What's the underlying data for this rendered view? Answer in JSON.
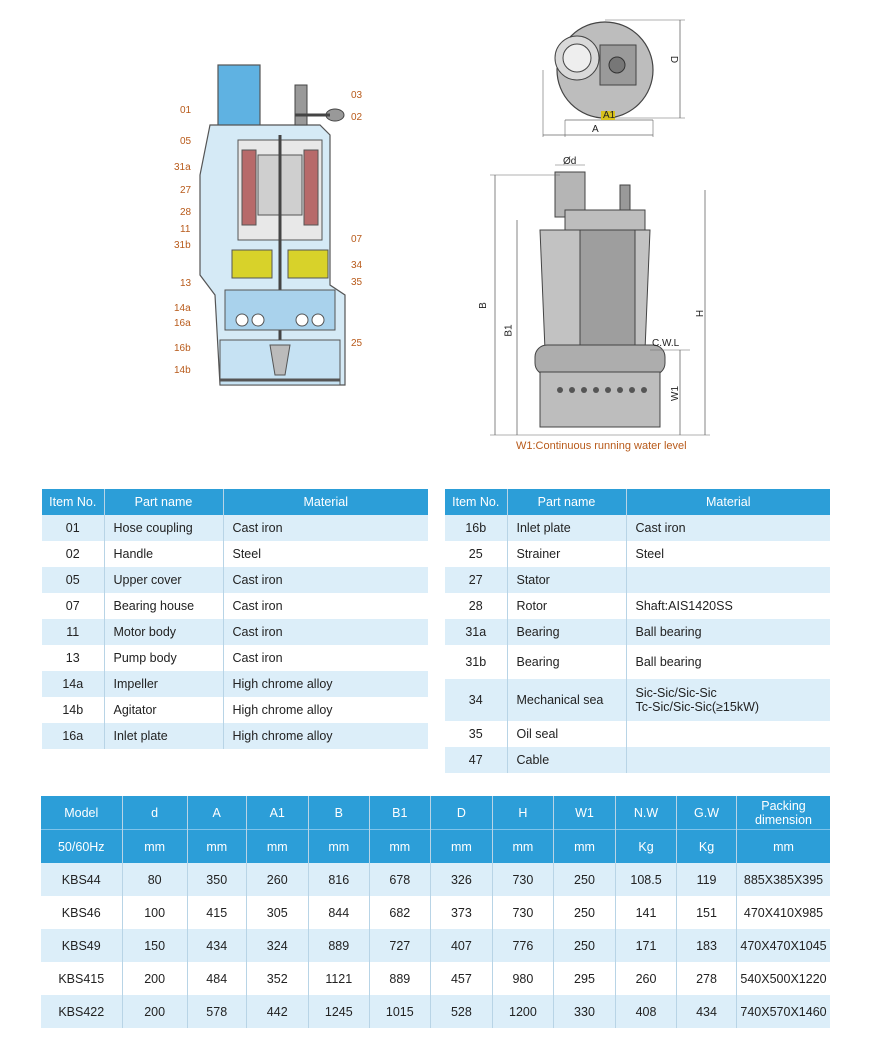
{
  "callouts": {
    "left": [
      "01",
      "05",
      "31a",
      "27",
      "28",
      "11",
      "31b",
      "13",
      "14a",
      "16a",
      "16b",
      "14b"
    ],
    "right": [
      "03",
      "02",
      "07",
      "34",
      "35",
      "25"
    ]
  },
  "dims": {
    "D": "D",
    "A1": "A1",
    "A": "A",
    "d": "Ød",
    "B": "B",
    "B1": "B1",
    "H": "H",
    "W1": "W1",
    "CWL": "C.W.L",
    "note": "W1:Continuous running water level"
  },
  "parts_headers": [
    "Item No.",
    "Part name",
    "Material"
  ],
  "parts_left": [
    {
      "no": "01",
      "name": "Hose coupling",
      "material": "Cast iron"
    },
    {
      "no": "02",
      "name": "Handle",
      "material": "Steel"
    },
    {
      "no": "05",
      "name": "Upper cover",
      "material": "Cast iron"
    },
    {
      "no": "07",
      "name": "Bearing house",
      "material": "Cast iron"
    },
    {
      "no": "11",
      "name": "Motor body",
      "material": "Cast iron"
    },
    {
      "no": "13",
      "name": "Pump body",
      "material": "Cast iron"
    },
    {
      "no": "14a",
      "name": "Impeller",
      "material": "High chrome alloy"
    },
    {
      "no": "14b",
      "name": "Agitator",
      "material": "High chrome alloy"
    },
    {
      "no": "16a",
      "name": "Inlet plate",
      "material": "High chrome alloy"
    }
  ],
  "parts_right": [
    {
      "no": "16b",
      "name": "Inlet plate",
      "material": "Cast iron"
    },
    {
      "no": "25",
      "name": "Strainer",
      "material": "Steel"
    },
    {
      "no": "27",
      "name": "Stator",
      "material": ""
    },
    {
      "no": "28",
      "name": "Rotor",
      "material": "Shaft:AIS1420SS"
    },
    {
      "no": "31a",
      "name": "Bearing",
      "material": "Ball bearing"
    },
    {
      "no": "31b",
      "name": "Bearing",
      "material": "Ball bearing"
    },
    {
      "no": "34",
      "name": "Mechanical sea",
      "material": "Sic-Sic/Sic-Sic",
      "material2": "Tc-Sic/Sic-Sic(≥15kW)"
    },
    {
      "no": "35",
      "name": "Oil seal",
      "material": ""
    },
    {
      "no": "47",
      "name": "Cable",
      "material": ""
    }
  ],
  "spec_headers": [
    "Model",
    "d",
    "A",
    "A1",
    "B",
    "B1",
    "D",
    "H",
    "W1",
    "N.W",
    "G.W",
    "Packing dimension"
  ],
  "spec_units": [
    "50/60Hz",
    "mm",
    "mm",
    "mm",
    "mm",
    "mm",
    "mm",
    "mm",
    "mm",
    "Kg",
    "Kg",
    "mm"
  ],
  "spec_rows": [
    [
      "KBS44",
      "80",
      "350",
      "260",
      "816",
      "678",
      "326",
      "730",
      "250",
      "108.5",
      "119",
      "885X385X395"
    ],
    [
      "KBS46",
      "100",
      "415",
      "305",
      "844",
      "682",
      "373",
      "730",
      "250",
      "141",
      "151",
      "470X410X985"
    ],
    [
      "KBS49",
      "150",
      "434",
      "324",
      "889",
      "727",
      "407",
      "776",
      "250",
      "171",
      "183",
      "470X470X1045"
    ],
    [
      "KBS415",
      "200",
      "484",
      "352",
      "1121",
      "889",
      "457",
      "980",
      "295",
      "260",
      "278",
      "540X500X1220"
    ],
    [
      "KBS422",
      "200",
      "578",
      "442",
      "1245",
      "1015",
      "528",
      "1200",
      "330",
      "408",
      "434",
      "740X570X1460"
    ]
  ]
}
